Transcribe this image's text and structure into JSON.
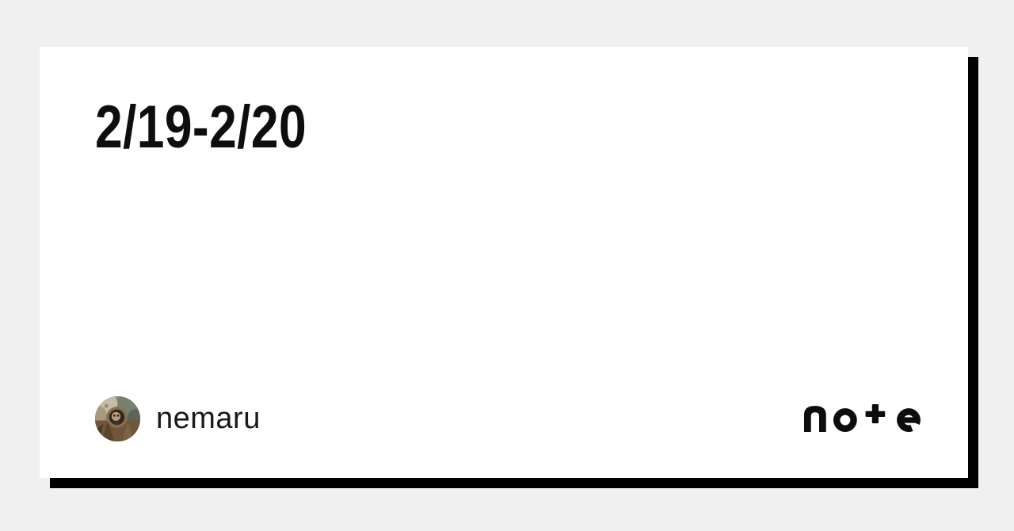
{
  "card": {
    "title": "2/19-2/20"
  },
  "author": {
    "name": "nemaru",
    "avatar_icon": "tanuki-photo-avatar"
  },
  "branding": {
    "logo_text": "note"
  },
  "colors": {
    "page_background": "#eff0ef",
    "card_background": "#ffffff",
    "card_shadow": "#000000",
    "title_text": "#0e0e0e",
    "author_text": "#191919",
    "logo": "#0d0d0d"
  }
}
